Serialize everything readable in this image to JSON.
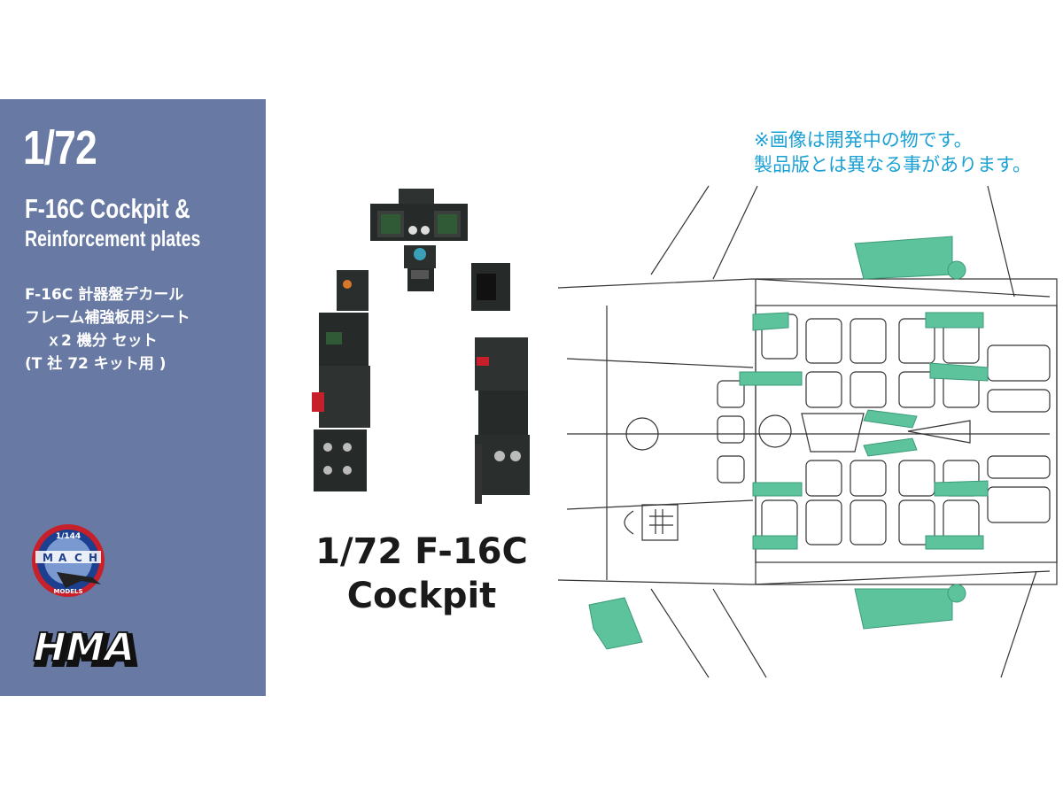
{
  "side_panel": {
    "scale": "1/72",
    "product_title_line1": "F-16C Cockpit &",
    "product_title_line2": "Reinforcement plates",
    "jp_lines": [
      "F-16C 計器盤デカール",
      "フレーム補強板用シート",
      "ｘ2 機分 セット",
      "(T 社 72 キット用 )"
    ],
    "mach_logo": {
      "scale": "1/144",
      "letters": [
        "M",
        "A",
        "C",
        "H"
      ],
      "bottom_text": "MODELS"
    },
    "hma_logo": "HMA"
  },
  "notice": {
    "line1": "※画像は開発中の物です。",
    "line2": "製品版とは異なる事があります。"
  },
  "caption": {
    "line1": "1/72 F-16C",
    "line2": "Cockpit"
  },
  "colors": {
    "panel": "#687aa4",
    "notice": "#1aa0d4",
    "plate_green": "#5cc39c"
  }
}
